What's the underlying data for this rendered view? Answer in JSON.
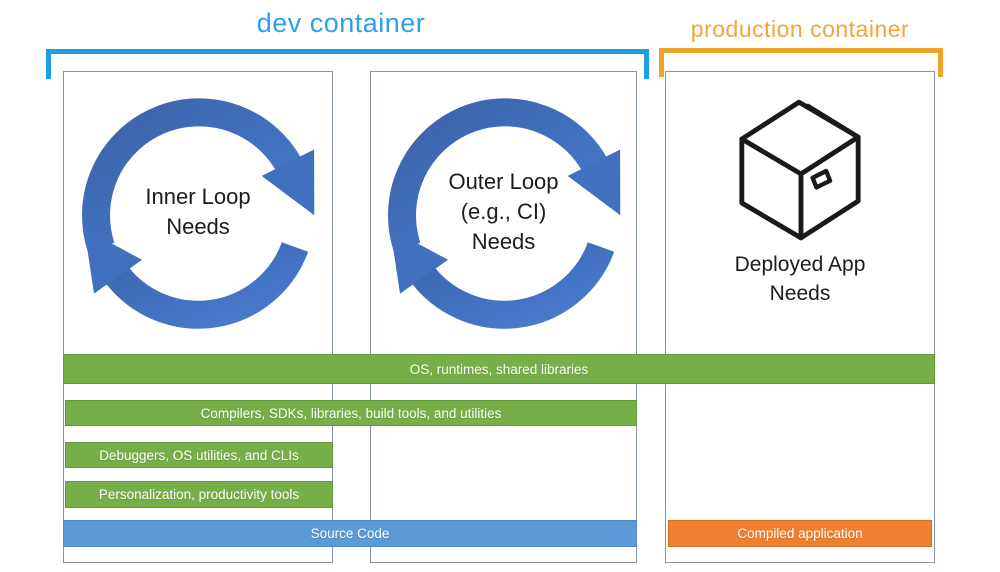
{
  "header": {
    "dev_container": {
      "label": "dev container",
      "text_color": "#2BA2E8",
      "bracket_color": "#1D9FE8"
    },
    "production_container": {
      "label": "production container",
      "text_color": "#F3A43C",
      "bracket_color": "#F0A32B"
    }
  },
  "boxes": {
    "inner_loop": {
      "icon": "cycle-arrows-icon",
      "lines": [
        "Inner Loop",
        "Needs"
      ]
    },
    "outer_loop": {
      "icon": "cycle-arrows-icon",
      "lines": [
        "Outer Loop",
        "(e.g., CI)",
        "Needs"
      ]
    },
    "deployed_app": {
      "icon": "package-box-icon",
      "lines": [
        "Deployed App",
        "Needs"
      ]
    }
  },
  "layers": {
    "os_runtimes": {
      "label": "OS, runtimes, shared libraries",
      "color": "#76AF48"
    },
    "compilers": {
      "label": "Compilers, SDKs, libraries, build tools, and utilities",
      "color": "#76AF48"
    },
    "debuggers": {
      "label": "Debuggers, OS utilities, and CLIs",
      "color": "#76AF48"
    },
    "personalization": {
      "label": "Personalization, productivity tools",
      "color": "#76AF48"
    },
    "source_code": {
      "label": "Source Code",
      "color": "#5B9BD5"
    },
    "compiled_application": {
      "label": "Compiled application",
      "color": "#EE8030"
    }
  },
  "style": {
    "loop_arrow_color": "#4472C4",
    "panel_border_color": "#8792AF"
  }
}
